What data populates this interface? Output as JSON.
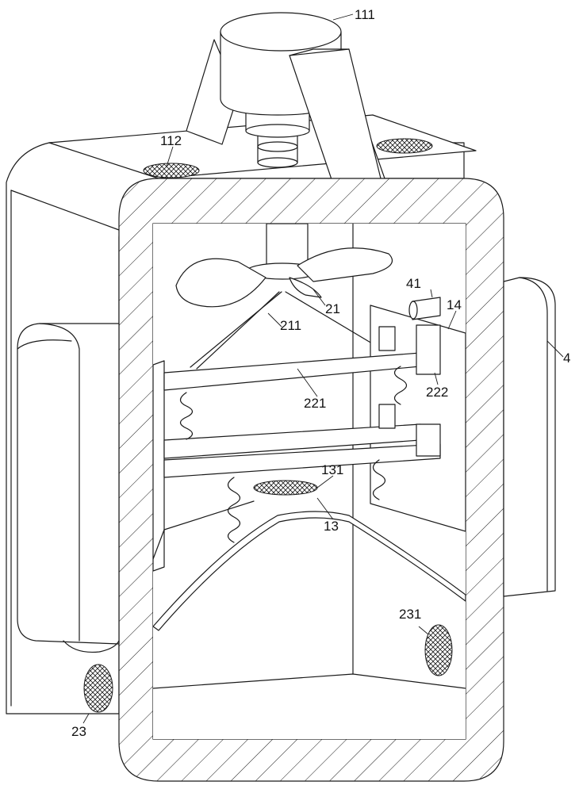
{
  "labels": {
    "motor": "111",
    "vent_top": "112",
    "side_tank": "4",
    "fan": "21",
    "fan_cone": "211",
    "sensor": "41",
    "bracket": "14",
    "rod": "221",
    "rod_mount": "222",
    "screen": "13",
    "screen_mesh": "131",
    "side_vent": "23",
    "rear_vent": "231"
  }
}
